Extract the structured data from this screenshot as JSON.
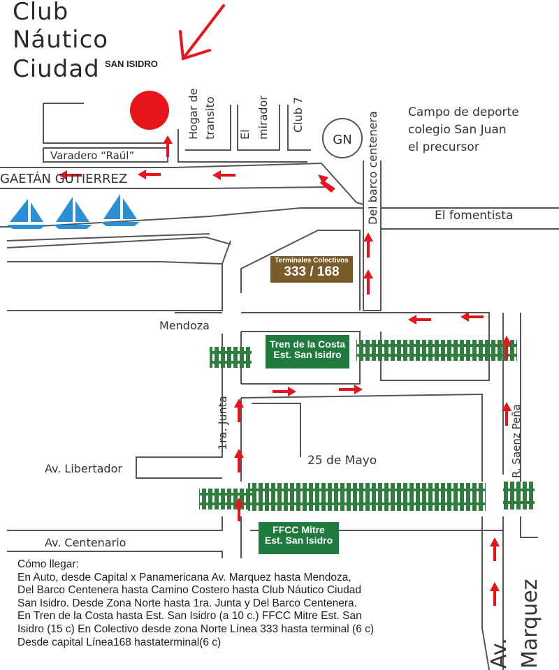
{
  "title": {
    "line1": "Club",
    "line2": "Náutico",
    "line3": "Ciudad",
    "subtitle": "SAN ISIDRO"
  },
  "streets": {
    "gaetan": "GAETÁN GUTIERREZ",
    "fomentista": "El fomentista",
    "mendoza": "Mendoza",
    "libertador": "Av. Libertador",
    "centenario": "Av. Centenario",
    "veinticinco": "25 de Mayo",
    "junta": "1ra. Junta",
    "saenz": "R. Saenz Peña",
    "barco": "Del barco centenera",
    "marquez1": "Av.",
    "marquez2": "Marquez"
  },
  "places": {
    "varadero": "Varadero “Raúl”",
    "hogar1": "Hogar de",
    "hogar2": "transito",
    "mirador1": "El",
    "mirador2": "mirador",
    "club7": "Club 7",
    "gn": "GN",
    "campo1": "Campo de deporte",
    "campo2": "colegio San Juan",
    "campo3": "el precursor"
  },
  "stations": {
    "terminal_label": "Terminales Colectivos",
    "terminal_lines": "333 / 168",
    "tren1": "Tren de la Costa",
    "tren2": "Est. San Isidro",
    "mitre1": "FFCC Mitre",
    "mitre2": "Est. San Isidro"
  },
  "directions": {
    "heading": "Cómo llegar:",
    "lines": [
      "En Auto, desde Capital x Panamericana Av. Marquez hasta Mendoza,",
      "Del Barco Centenera hasta Camino Costero hasta Club Náutico Ciudad",
      "San Isidro. Desde Zona Norte hasta 1ra. Junta y Del Barco Centenera.",
      "En Tren de la Costa hasta Est. San Isidro (a 10 c.) FFCC Mitre Est. San",
      "Isidro (15 c) En Colectivo desde zona Norte Línea 333 hasta terminal (6 c)",
      "Desde capital Línea168 hastaterminal(6 c)"
    ]
  },
  "colors": {
    "marker": "#e8141c",
    "arrow": "#e8141c",
    "rail": "#2f7d3f",
    "boat": "#2b8fd6",
    "terminal": "#7a5b2a"
  }
}
